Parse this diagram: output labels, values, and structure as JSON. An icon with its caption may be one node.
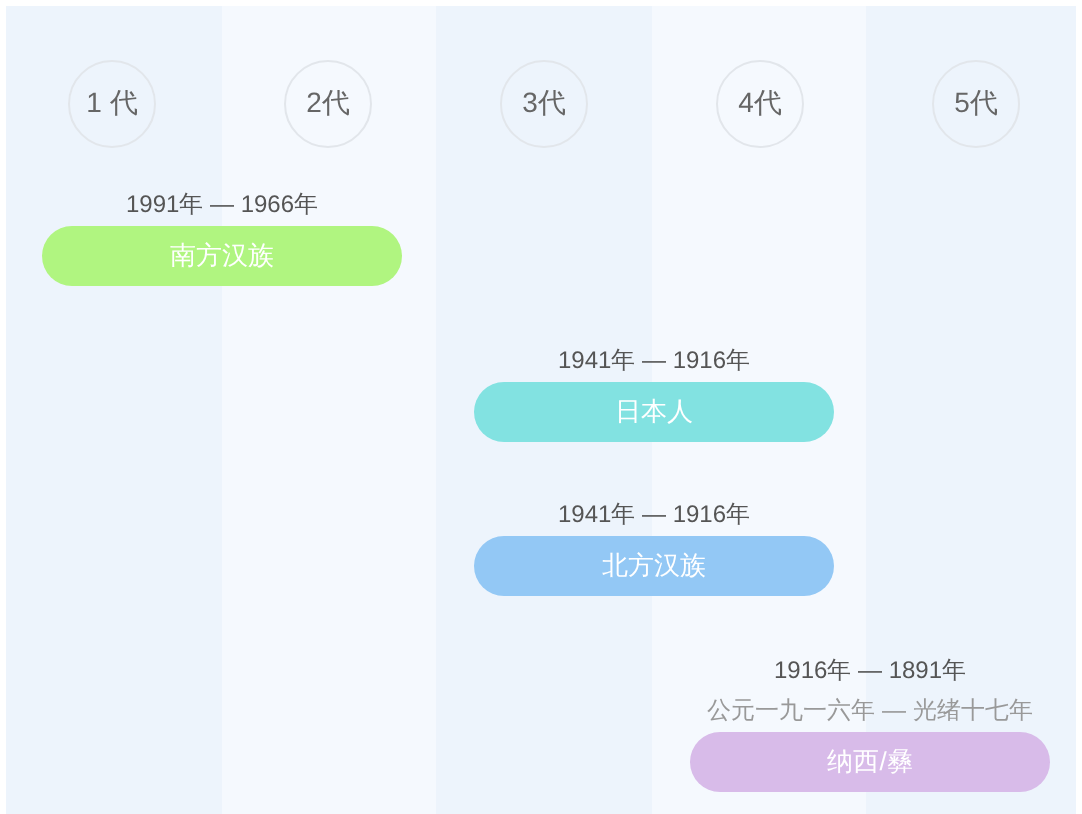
{
  "diagram": {
    "nodes": [
      {
        "text": [
          "1 代"
        ]
      },
      {
        "text": [
          "2代"
        ]
      },
      {
        "text": [
          "3代"
        ]
      },
      {
        "text": [
          "4代"
        ]
      },
      {
        "text": [
          "5代"
        ]
      },
      {
        "text": [
          "南方汉族"
        ],
        "beside": [
          "1991年 — 1966年"
        ]
      },
      {
        "text": [
          "日本人"
        ],
        "beside": [
          "1941年 — 1916年"
        ]
      },
      {
        "text": [
          "北方汉族"
        ],
        "beside": [
          "1941年 — 1916年"
        ]
      },
      {
        "text": [
          "纳西/彝"
        ],
        "beside": [
          "1916年 — 1891年",
          "公元一九一六年 — 光绪十七年"
        ]
      }
    ]
  }
}
